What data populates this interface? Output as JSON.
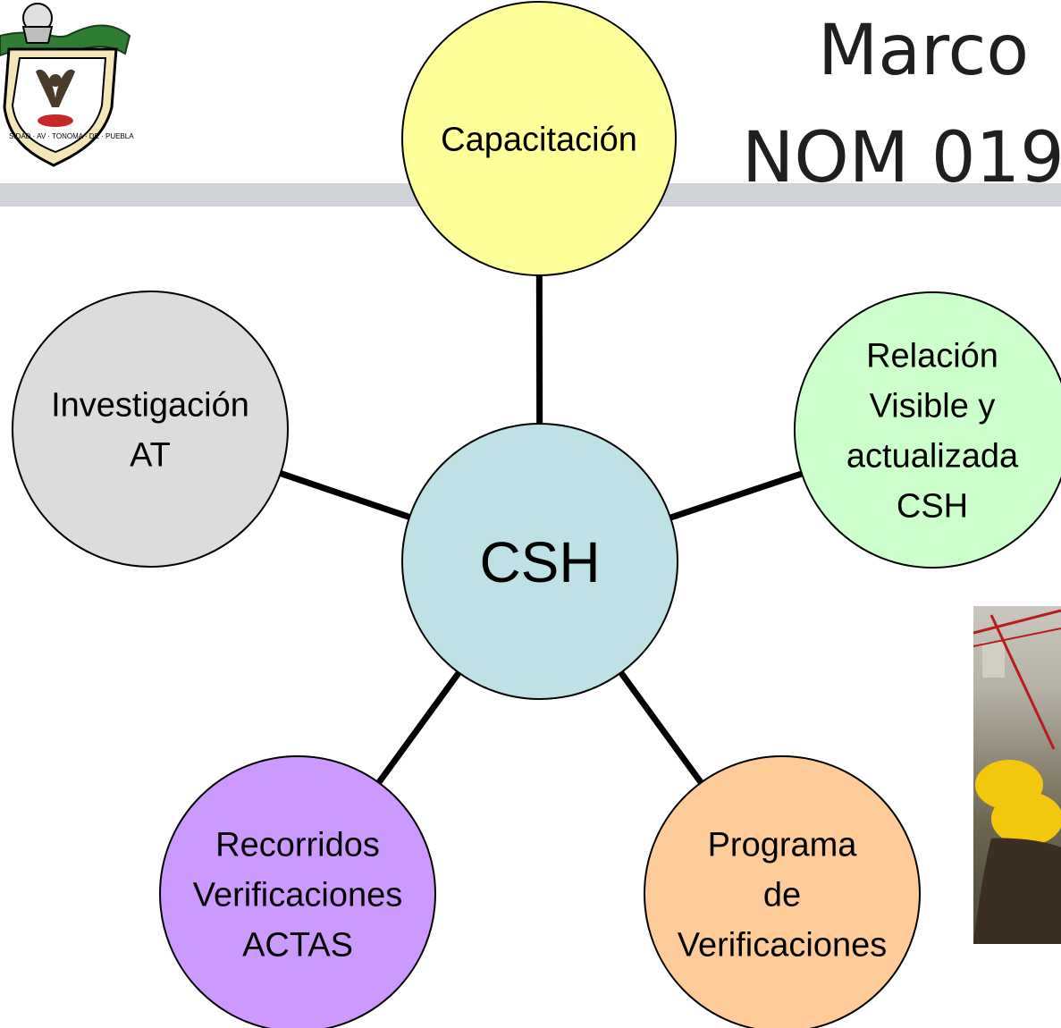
{
  "title": {
    "line1": "Marco",
    "line2": "NOM 019"
  },
  "center": {
    "label": "CSH",
    "color": "#bde1e4"
  },
  "nodes": [
    {
      "id": "capacitacion",
      "lines": [
        "Capacitación"
      ],
      "color": "#ffff99"
    },
    {
      "id": "relacion",
      "lines": [
        "Relación",
        "Visible y",
        "actualizada",
        "CSH"
      ],
      "color": "#ccffcc"
    },
    {
      "id": "programa",
      "lines": [
        "Programa",
        "de",
        "Verificaciones"
      ],
      "color": "#ffcc99"
    },
    {
      "id": "recorridos",
      "lines": [
        "Recorridos",
        "Verificaciones",
        "ACTAS"
      ],
      "color": "#cc99ff"
    },
    {
      "id": "investigacion",
      "lines": [
        "Investigación",
        "AT"
      ],
      "color": "#dcdcdc"
    }
  ],
  "logo": {
    "text": "UNIVERSIDAD AUTONOMA DE PUEBLA"
  },
  "photo": {
    "description_icon": "construction-workers-photo"
  }
}
